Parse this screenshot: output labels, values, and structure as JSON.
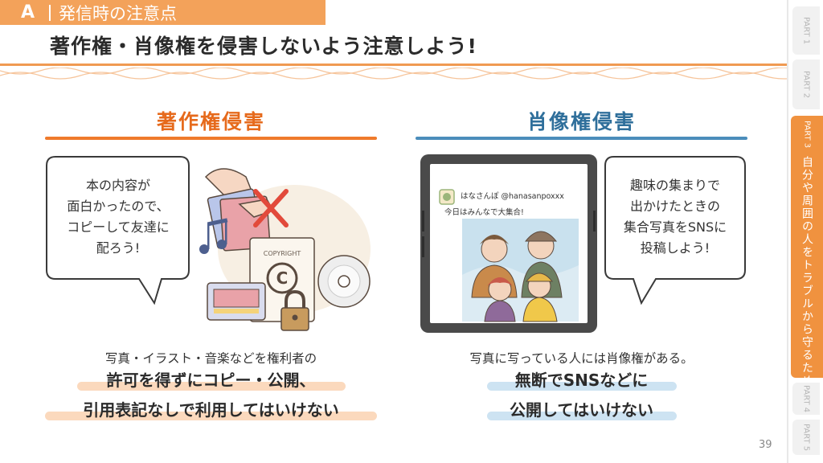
{
  "header": {
    "section_letter": "A",
    "section_title": "発信時の注意点",
    "main_title": "著作権・肖像権を侵害しないよう注意しよう!"
  },
  "sidebar": {
    "parts": [
      {
        "label": "PART 1"
      },
      {
        "label": "PART 2"
      },
      {
        "label": "PART 3",
        "title": "自分や周囲の人をトラブルから守るためには?",
        "active": true
      },
      {
        "label": "PART 4"
      },
      {
        "label": "PART 5"
      }
    ]
  },
  "left": {
    "heading": "著作権侵害",
    "bubble_lines": [
      "本の内容が",
      "面白かったので、",
      "コピーして友達に",
      "配ろう!"
    ],
    "copyright_label": "COPYRIGHT",
    "desc": "写真・イラスト・音楽などを権利者の",
    "emph_lines": [
      "許可を得ずにコピー・公開、",
      "引用表記なしで利用してはいけない"
    ]
  },
  "right": {
    "heading": "肖像権侵害",
    "post_user": "はなさんぽ @hanasanpoxxx",
    "post_text": "今日はみんなで大集合!",
    "bubble_lines": [
      "趣味の集まりで",
      "出かけたときの",
      "集合写真をSNSに",
      "投稿しよう!"
    ],
    "desc": "写真に写っている人には肖像権がある。",
    "emph_lines": [
      "無断でSNSなどに",
      "公開してはいけない"
    ]
  },
  "page_number": "39",
  "colors": {
    "accent_orange": "#f0923f",
    "heading_orange": "#e66a1c",
    "heading_blue": "#2f6f9b",
    "highlight_orange": "#fbd9bd",
    "highlight_blue": "#cde3f2"
  }
}
